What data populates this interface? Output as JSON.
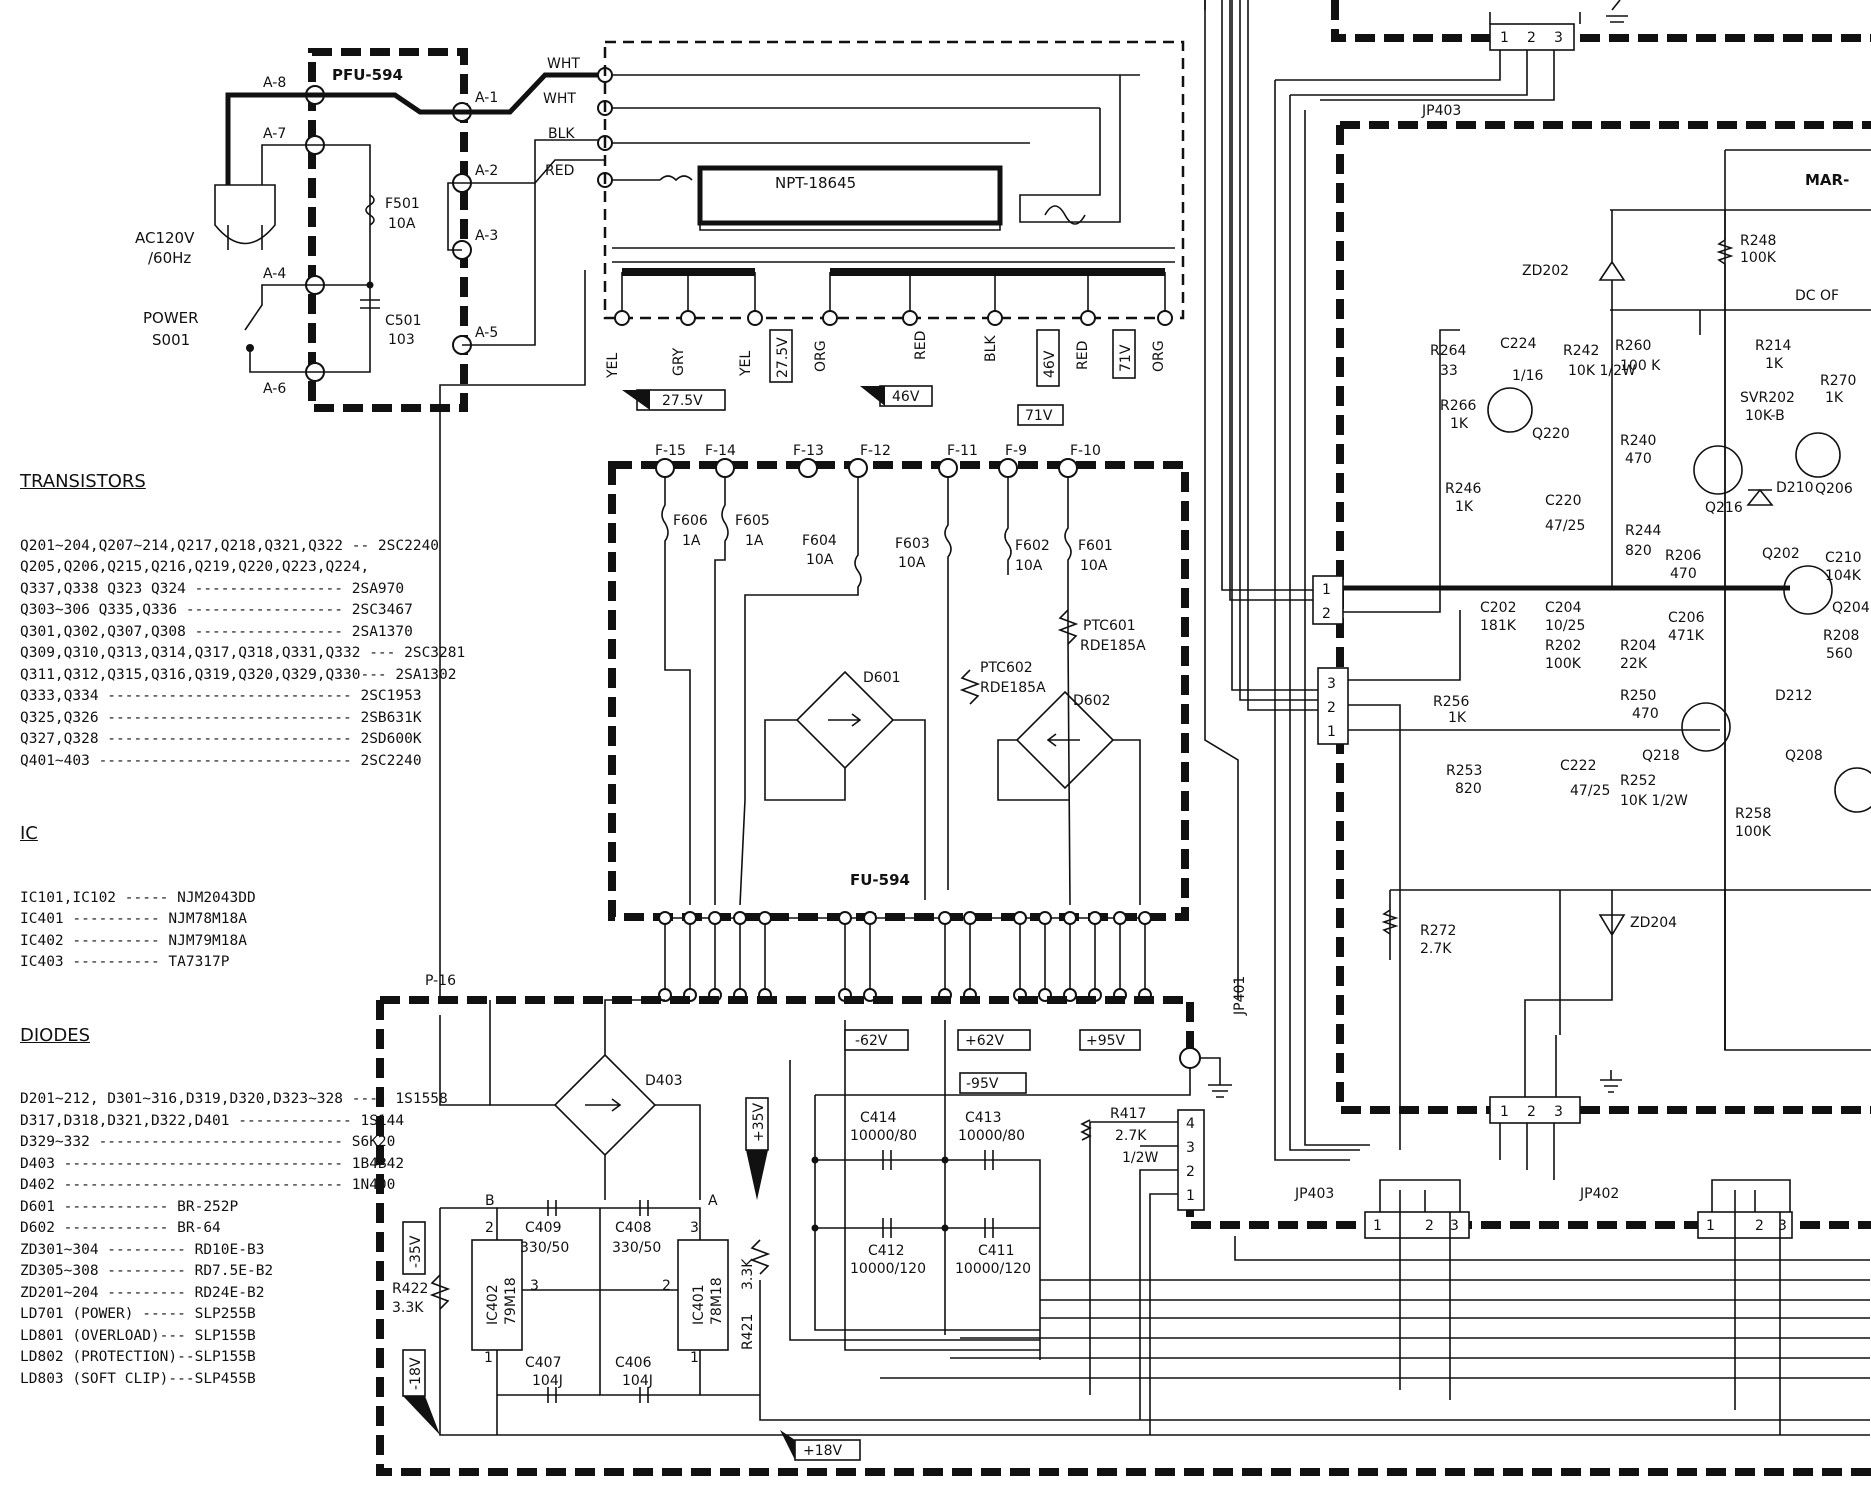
{
  "power_section": {
    "board": "PFU-594",
    "plug_label": "AC120V\n/60Hz",
    "switch_label": "POWER\nS001",
    "terminals": [
      "A-8",
      "A-7",
      "A-4",
      "A-6",
      "A-1",
      "A-2",
      "A-3",
      "A-5"
    ],
    "fuse": {
      "ref": "F501",
      "value": "10A"
    },
    "capacitor": {
      "ref": "C501",
      "value": "103"
    },
    "wires": [
      "WHT",
      "WHT",
      "BLK",
      "RED"
    ],
    "transformer": "NPT-18645"
  },
  "secondary_wires": [
    "YEL",
    "GRY",
    "YEL",
    "ORG",
    "RED",
    "BLK",
    "RED",
    "ORG"
  ],
  "voltage_tags": [
    "27.5V",
    "27.5V",
    "46V",
    "46V",
    "71V",
    "71V",
    "-62V",
    "+62V",
    "+95V",
    "-95V",
    "+35V",
    "-35V",
    "-18V",
    "+18V"
  ],
  "fuse_board": {
    "name": "FU-594",
    "terminals": [
      "F-15",
      "F-14",
      "F-13",
      "F-12",
      "F-11",
      "F-9",
      "F-10"
    ],
    "fuses": [
      {
        "ref": "F606",
        "value": "1A"
      },
      {
        "ref": "F605",
        "value": "1A"
      },
      {
        "ref": "F604",
        "value": "10A"
      },
      {
        "ref": "F603",
        "value": "10A"
      },
      {
        "ref": "F602",
        "value": "10A"
      },
      {
        "ref": "F601",
        "value": "10A"
      }
    ],
    "ptc": [
      {
        "ref": "PTC601",
        "value": "RDE185A"
      },
      {
        "ref": "PTC602",
        "value": "RDE185A"
      }
    ],
    "bridges": [
      "D601",
      "D602"
    ]
  },
  "regulator_section": {
    "terminal": "P-16",
    "bridge": "D403",
    "ic402": {
      "ref": "IC402",
      "type": "79M18"
    },
    "ic401": {
      "ref": "IC401",
      "type": "78M18"
    },
    "parts": [
      {
        "ref": "C409",
        "value": "330/50"
      },
      {
        "ref": "C408",
        "value": "330/50"
      },
      {
        "ref": "C407",
        "value": "104J"
      },
      {
        "ref": "C406",
        "value": "104J"
      },
      {
        "ref": "R422",
        "value": "3.3K"
      },
      {
        "ref": "R421",
        "value": "3.3K"
      },
      {
        "ref": "C414",
        "value": "10000/80"
      },
      {
        "ref": "C413",
        "value": "10000/80"
      },
      {
        "ref": "C412",
        "value": "10000/120"
      },
      {
        "ref": "C411",
        "value": "10000/120"
      },
      {
        "ref": "R417",
        "value": "2.7K\n1/2W"
      }
    ],
    "nodes": [
      "A",
      "B"
    ],
    "connectors": [
      "JP401",
      "JP403",
      "JP402"
    ]
  },
  "amp_section": {
    "board": "MAR-",
    "connector": "JP403",
    "dc_label": "DC OF",
    "parts": [
      {
        "ref": "R248",
        "value": "100K"
      },
      {
        "ref": "ZD202",
        "value": ""
      },
      {
        "ref": "R264",
        "value": "33"
      },
      {
        "ref": "C224",
        "value": "1/16"
      },
      {
        "ref": "R242",
        "value": "10K 1/2W"
      },
      {
        "ref": "R260",
        "value": "100 K"
      },
      {
        "ref": "R214",
        "value": "1K"
      },
      {
        "ref": "R270",
        "value": "1K"
      },
      {
        "ref": "SVR202",
        "value": "10K-B"
      },
      {
        "ref": "R266",
        "value": "1K"
      },
      {
        "ref": "Q220",
        "value": ""
      },
      {
        "ref": "R240",
        "value": "470"
      },
      {
        "ref": "R246",
        "value": "1K"
      },
      {
        "ref": "C220",
        "value": "47/25"
      },
      {
        "ref": "R244",
        "value": "820"
      },
      {
        "ref": "Q216",
        "value": ""
      },
      {
        "ref": "D210",
        "value": ""
      },
      {
        "ref": "Q206",
        "value": ""
      },
      {
        "ref": "R206",
        "value": "470"
      },
      {
        "ref": "Q202",
        "value": ""
      },
      {
        "ref": "C210",
        "value": "104K"
      },
      {
        "ref": "Q204",
        "value": ""
      },
      {
        "ref": "C202",
        "value": "181K"
      },
      {
        "ref": "C204",
        "value": "10/25"
      },
      {
        "ref": "R202",
        "value": "100K"
      },
      {
        "ref": "R204",
        "value": "22K"
      },
      {
        "ref": "C206",
        "value": "471K"
      },
      {
        "ref": "R208",
        "value": "560"
      },
      {
        "ref": "R256",
        "value": "1K"
      },
      {
        "ref": "R250",
        "value": "470"
      },
      {
        "ref": "Q218",
        "value": ""
      },
      {
        "ref": "D212",
        "value": ""
      },
      {
        "ref": "R253",
        "value": "820"
      },
      {
        "ref": "C222",
        "value": "47/25"
      },
      {
        "ref": "R252",
        "value": "10K 1/2W"
      },
      {
        "ref": "R258",
        "value": "100K"
      },
      {
        "ref": "Q208",
        "value": ""
      },
      {
        "ref": "R272",
        "value": "2.7K"
      },
      {
        "ref": "ZD204",
        "value": ""
      }
    ]
  },
  "legend": {
    "transistors_heading": "TRANSISTORS",
    "transistors": [
      "Q201~204,Q207~214,Q217,Q218,Q321,Q322 -- 2SC2240",
      "Q205,Q206,Q215,Q216,Q219,Q220,Q223,Q224,",
      "Q337,Q338 Q323 Q324 ----------------- 2SA970",
      "Q303~306 Q335,Q336 ------------------ 2SC3467",
      "Q301,Q302,Q307,Q308 ----------------- 2SA1370",
      "Q309,Q310,Q313,Q314,Q317,Q318,Q331,Q332 --- 2SC3281",
      "Q311,Q312,Q315,Q316,Q319,Q320,Q329,Q330--- 2SA1302",
      "Q333,Q334 ---------------------------- 2SC1953",
      "Q325,Q326 ---------------------------- 2SB631K",
      "Q327,Q328 ---------------------------- 2SD600K",
      "Q401~403 ----------------------------- 2SC2240"
    ],
    "ic_heading": "IC",
    "ics": [
      "IC101,IC102 ----- NJM2043DD",
      "IC401 ---------- NJM78M18A",
      "IC402 ---------- NJM79M18A",
      "IC403 ---------- TA7317P"
    ],
    "diodes_heading": "DIODES",
    "diodes": [
      "D201~212, D301~316,D319,D320,D323~328 ---- 1S1558",
      "D317,D318,D321,D322,D401 ------------- 1S144",
      "D329~332 ---------------------------- S6K20",
      "D403 -------------------------------- 1B4B42",
      "D402 -------------------------------- 1N400",
      "D601 ------------ BR-252P",
      "D602 ------------ BR-64",
      "ZD301~304 --------- RD10E-B3",
      "ZD305~308 --------- RD7.5E-B2",
      "ZD201~204 --------- RD24E-B2",
      "LD701 (POWER) ----- SLP255B",
      "LD801 (OVERLOAD)--- SLP155B",
      "LD802 (PROTECTION)--SLP155B",
      "LD803 (SOFT CLIP)---SLP455B"
    ]
  }
}
